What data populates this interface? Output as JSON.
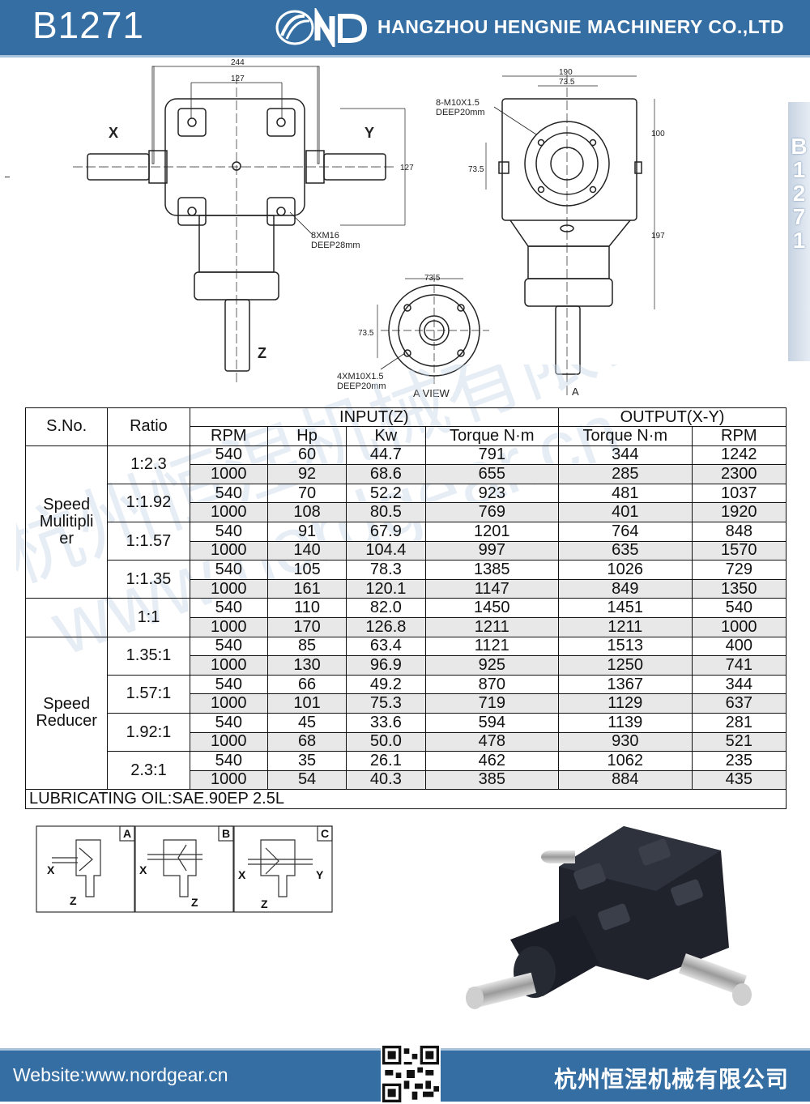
{
  "header": {
    "model": "B1271",
    "company": "HANGZHOU HENGNIE MACHINERY CO.,LTD",
    "side_tab": "B1271"
  },
  "drawing_labels": {
    "top_width": "244",
    "top_inner": "127",
    "right_height": "127",
    "shaft_x": "X",
    "shaft_y": "Y",
    "shaft_z": "Z",
    "bolt_note_1": "8XM16",
    "bolt_note_2": "DEEP28mm",
    "side_width": "190",
    "side_inner": "73.5",
    "side_height_a": "100",
    "side_height_b": "197",
    "side_bolt_1": "8-M10X1.5",
    "side_bolt_2": "DEEP20mm",
    "side_left": "73.5",
    "bottom_width": "73.5",
    "bottom_left": "73.5",
    "bottom_bolt_1": "4XM10X1.5",
    "bottom_bolt_2": "DEEP20mm",
    "view_label": "A  VIEW",
    "arrow_label": "A"
  },
  "table": {
    "sno_header": "S.No.",
    "ratio_header": "Ratio",
    "input_header": "INPUT(Z)",
    "output_header": "OUTPUT(X-Y)",
    "sub_headers": [
      "RPM",
      "Hp",
      "Kw",
      "Torque N·m",
      "Torque N·m",
      "RPM"
    ],
    "groups": [
      {
        "name": "Speed Mulitiplier",
        "display": [
          "Speed",
          "Mulitipli",
          "er"
        ]
      },
      {
        "name": "",
        "display": [
          ""
        ]
      },
      {
        "name": "Speed Reducer",
        "display": [
          "Speed",
          "Reducer"
        ]
      }
    ],
    "ratios": [
      "1:2.3",
      "1:1.92",
      "1:1.57",
      "1:1.35",
      "1:1",
      "1.35:1",
      "1.57:1",
      "1.92:1",
      "2.3:1"
    ],
    "rows": [
      [
        "540",
        "60",
        "44.7",
        "791",
        "344",
        "1242"
      ],
      [
        "1000",
        "92",
        "68.6",
        "655",
        "285",
        "2300"
      ],
      [
        "540",
        "70",
        "52.2",
        "923",
        "481",
        "1037"
      ],
      [
        "1000",
        "108",
        "80.5",
        "769",
        "401",
        "1920"
      ],
      [
        "540",
        "91",
        "67.9",
        "1201",
        "764",
        "848"
      ],
      [
        "1000",
        "140",
        "104.4",
        "997",
        "635",
        "1570"
      ],
      [
        "540",
        "105",
        "78.3",
        "1385",
        "1026",
        "729"
      ],
      [
        "1000",
        "161",
        "120.1",
        "1147",
        "849",
        "1350"
      ],
      [
        "540",
        "110",
        "82.0",
        "1450",
        "1451",
        "540"
      ],
      [
        "1000",
        "170",
        "126.8",
        "1211",
        "1211",
        "1000"
      ],
      [
        "540",
        "85",
        "63.4",
        "1121",
        "1513",
        "400"
      ],
      [
        "1000",
        "130",
        "96.9",
        "925",
        "1250",
        "741"
      ],
      [
        "540",
        "66",
        "49.2",
        "870",
        "1367",
        "344"
      ],
      [
        "1000",
        "101",
        "75.3",
        "719",
        "1129",
        "637"
      ],
      [
        "540",
        "45",
        "33.6",
        "594",
        "1139",
        "281"
      ],
      [
        "1000",
        "68",
        "50.0",
        "478",
        "930",
        "521"
      ],
      [
        "540",
        "35",
        "26.1",
        "462",
        "1062",
        "235"
      ],
      [
        "1000",
        "54",
        "40.3",
        "385",
        "884",
        "435"
      ]
    ],
    "oil": "LUBRICATING OIL:SAE.90EP        2.5L"
  },
  "watermark": {
    "cn": "杭州恒涅机械有限公司",
    "url": "www.nordgear.cn"
  },
  "diagrams": {
    "labels": [
      "A",
      "B",
      "C"
    ],
    "x": "X",
    "y": "Y",
    "z": "Z"
  },
  "footer": {
    "website": "Website:www.nordgear.cn",
    "company_cn": "杭州恒涅机械有限公司"
  },
  "colors": {
    "header_bg": "#346ea3",
    "table_shade": "#e8e8e8"
  }
}
